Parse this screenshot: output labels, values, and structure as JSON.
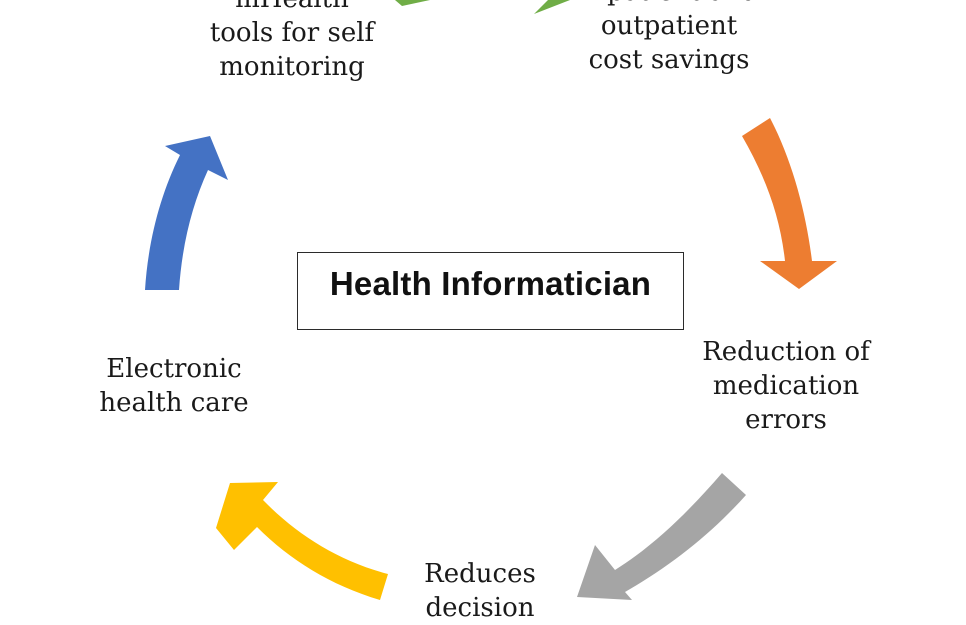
{
  "center": {
    "title": "Health Informatician"
  },
  "nodes": {
    "top_left": {
      "lines": [
        "mHealth",
        "tools for self",
        "monitoring"
      ]
    },
    "top_right": {
      "lines": [
        "Inpatient and",
        "outpatient",
        "cost savings"
      ]
    },
    "right": {
      "lines": [
        "Reduction of",
        "medication",
        "errors"
      ]
    },
    "bottom": {
      "lines": [
        "Reduces",
        "decision"
      ]
    },
    "left": {
      "lines": [
        "Electronic",
        "health care"
      ]
    }
  },
  "colors": {
    "green": "#70ad47",
    "orange": "#ed7d31",
    "gray": "#a5a5a5",
    "yellow": "#ffc000",
    "blue": "#4472c4"
  }
}
